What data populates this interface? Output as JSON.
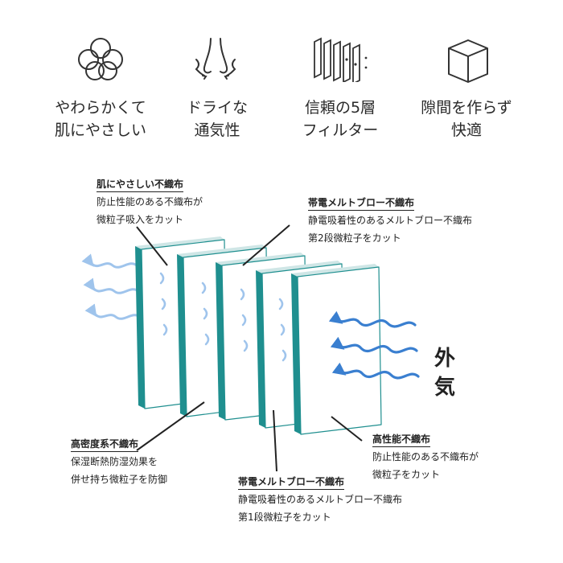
{
  "features": [
    {
      "icon": "cotton-icon",
      "line1": "やわらかくて",
      "line2": "肌にやさしい"
    },
    {
      "icon": "nose-airflow-icon",
      "line1": "ドライな",
      "line2": "通気性"
    },
    {
      "icon": "filter-layers-icon",
      "line1": "信頼の5層",
      "line2": "フィルター"
    },
    {
      "icon": "mask-box-icon",
      "line1": "隙間を作らず",
      "line2": "快適"
    }
  ],
  "layers": [
    {
      "title": "肌にやさしい不織布",
      "l1": "防止性能のある不織布が",
      "l2": "微粒子吸入をカット"
    },
    {
      "title": "高密度系不織布",
      "l1": "保湿断熱防湿効果を",
      "l2": "併せ持ち微粒子を防御"
    },
    {
      "title": "帯電メルトブロー不織布",
      "l1": "静電吸着性のあるメルトブロー不織布",
      "l2": "第2段微粒子をカット"
    },
    {
      "title": "帯電メルトブロー不織布",
      "l1": "静電吸着性のあるメルトブロー不織布",
      "l2": "第1段微粒子をカット"
    },
    {
      "title": "高性能不織布",
      "l1": "防止性能のある不織布が",
      "l2": "微粒子をカット"
    }
  ],
  "outside_label": {
    "c1": "外",
    "c2": "気"
  },
  "colors": {
    "panel_edge": "#1f8f8f",
    "arrow": "#3a7fd0",
    "arrow_light": "#9fc4ec",
    "text": "#222222"
  }
}
